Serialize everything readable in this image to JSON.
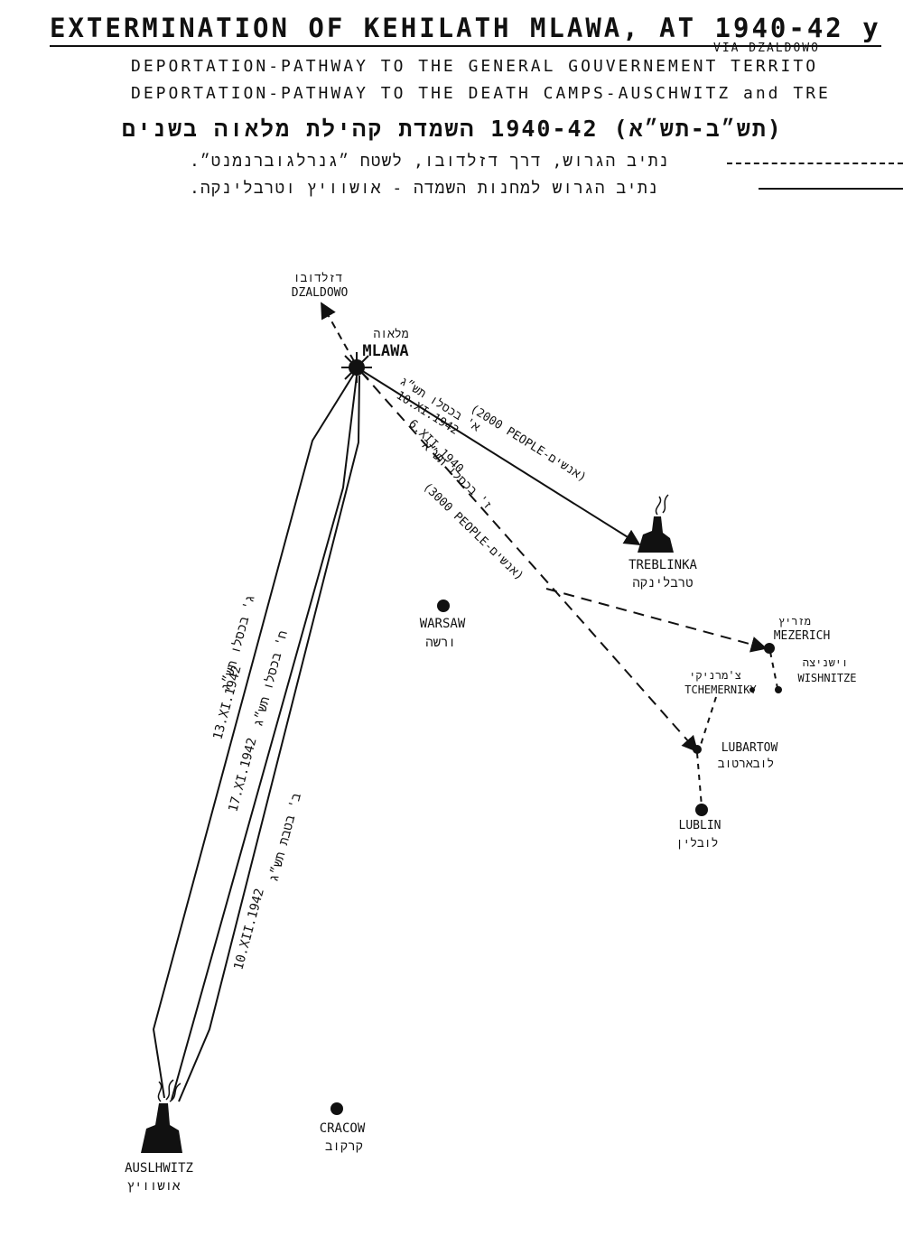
{
  "header": {
    "title": "EXTERMINATION OF KEHILATH MLAWA, AT 1940-42 y",
    "legend_dashed": "DEPORTATION-PATHWAY TO THE GENERAL GOUVERNEMENT TERRITO",
    "legend_dashed_via": "VIA DZALDOWO",
    "legend_solid": "DEPORTATION-PATHWAY TO THE DEATH CAMPS-AUSCHWITZ and TRE",
    "hebrew_title": "(תש״ב-תש״א) 1940-42 השמדת קהילת מלאוה בשנים",
    "hebrew_legend_dashed": "נתיב הגרוש, דרך דזלדובו, לשטח ״גנרלגוברנמנט״.",
    "hebrew_legend_solid": "נתיב הגרוש למחנות השמדה - אושוויץ וטרבלינקה."
  },
  "places": [
    {
      "id": "dzaldowo",
      "name": "DZALDOWO",
      "hebrew": "דזלדובו"
    },
    {
      "id": "mlawa",
      "name": "MLAWA",
      "hebrew": "מלאוה"
    },
    {
      "id": "treblinka",
      "name": "TREBLINKA",
      "hebrew": "טרבלינקה"
    },
    {
      "id": "warsaw",
      "name": "WARSAW",
      "hebrew": "ורשה"
    },
    {
      "id": "mezerich",
      "name": "MEZERICH",
      "hebrew": "מזריץ"
    },
    {
      "id": "tchemerniky",
      "name": "TCHEMERNIKY",
      "hebrew": "צ'מרניקי"
    },
    {
      "id": "wishnitze",
      "name": "WISHNITZE",
      "hebrew": "וישניצה"
    },
    {
      "id": "lubartow",
      "name": "LUBARTOW",
      "hebrew": "לובארטוב"
    },
    {
      "id": "lublin",
      "name": "LUBLIN",
      "hebrew": "לובלין"
    },
    {
      "id": "cracow",
      "name": "CRACOW",
      "hebrew": "קרקוב"
    },
    {
      "id": "auschwitz",
      "name": "AUSLHWITZ",
      "hebrew": "אושוויץ"
    }
  ],
  "routes": {
    "treblinka_date": "10.XI.1942",
    "treblinka_people": "(2000 PEOPLE-אנשים)",
    "treblinka_hebrew": "א' בכסלו תש״ג",
    "gg_date": "6.XII.1940",
    "gg_people": "(3000 PEOPLE-אנשים)",
    "gg_hebrew": "ז' בכסלו תש״א",
    "auschwitz_1_date": "13.XI.1942",
    "auschwitz_1_hebrew": "ג' בכסלו תש״ג",
    "auschwitz_2_date": "17.XI.1942",
    "auschwitz_2_hebrew": "ח' בכסלו תש״ג",
    "auschwitz_3_date": "10.XII.1942",
    "auschwitz_3_hebrew": "ב' בטבת תש״ג"
  },
  "colors": {
    "ink": "#111111",
    "paper": "#ffffff"
  }
}
